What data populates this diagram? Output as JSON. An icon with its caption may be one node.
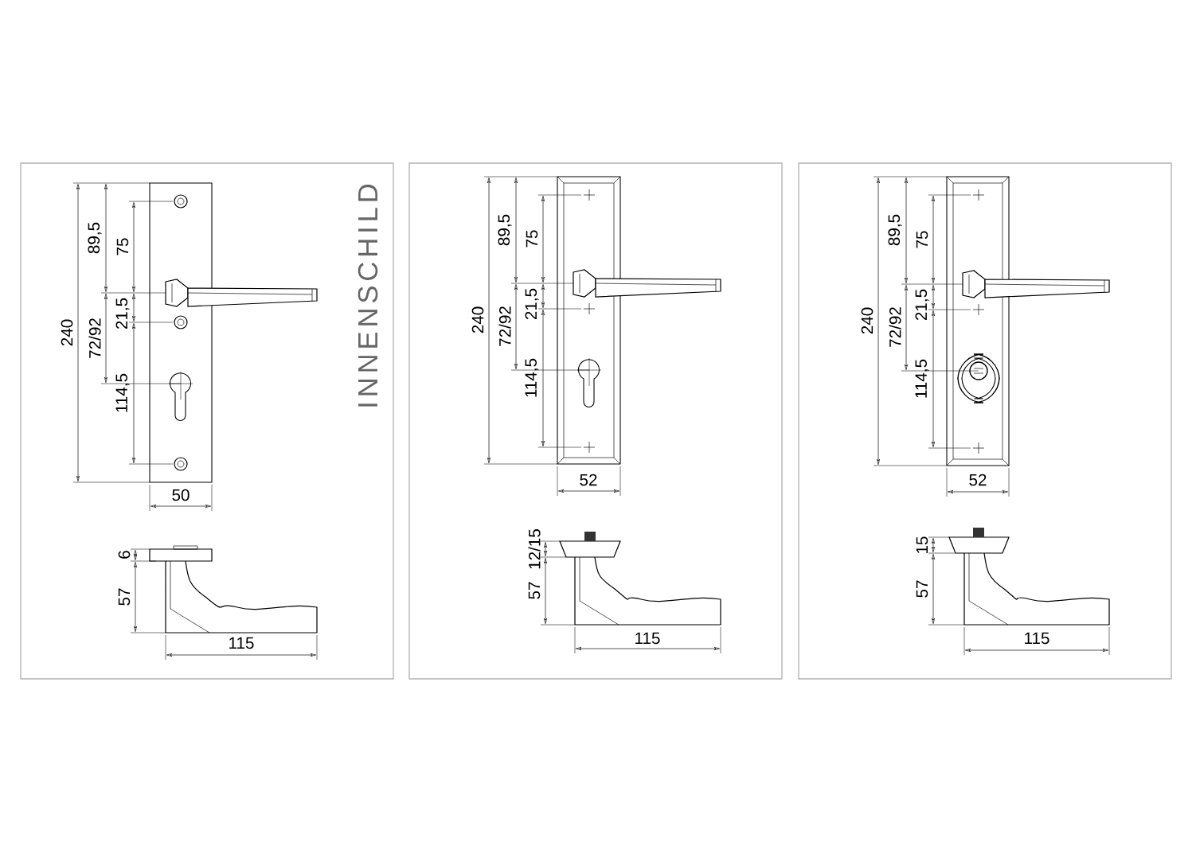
{
  "diagram": {
    "labels": [
      "240",
      "89,5",
      "75",
      "21,5",
      "72/92",
      "114,5",
      "50",
      "6",
      "57",
      "115",
      "INNENSCHILD",
      "240",
      "89,5",
      "75",
      "21,5",
      "72/92",
      "114,5",
      "52",
      "12/15",
      "57",
      "115",
      "240",
      "89,5",
      "75",
      "21,5",
      "72/92",
      "114,5",
      "52",
      "15",
      "57",
      "115"
    ]
  }
}
